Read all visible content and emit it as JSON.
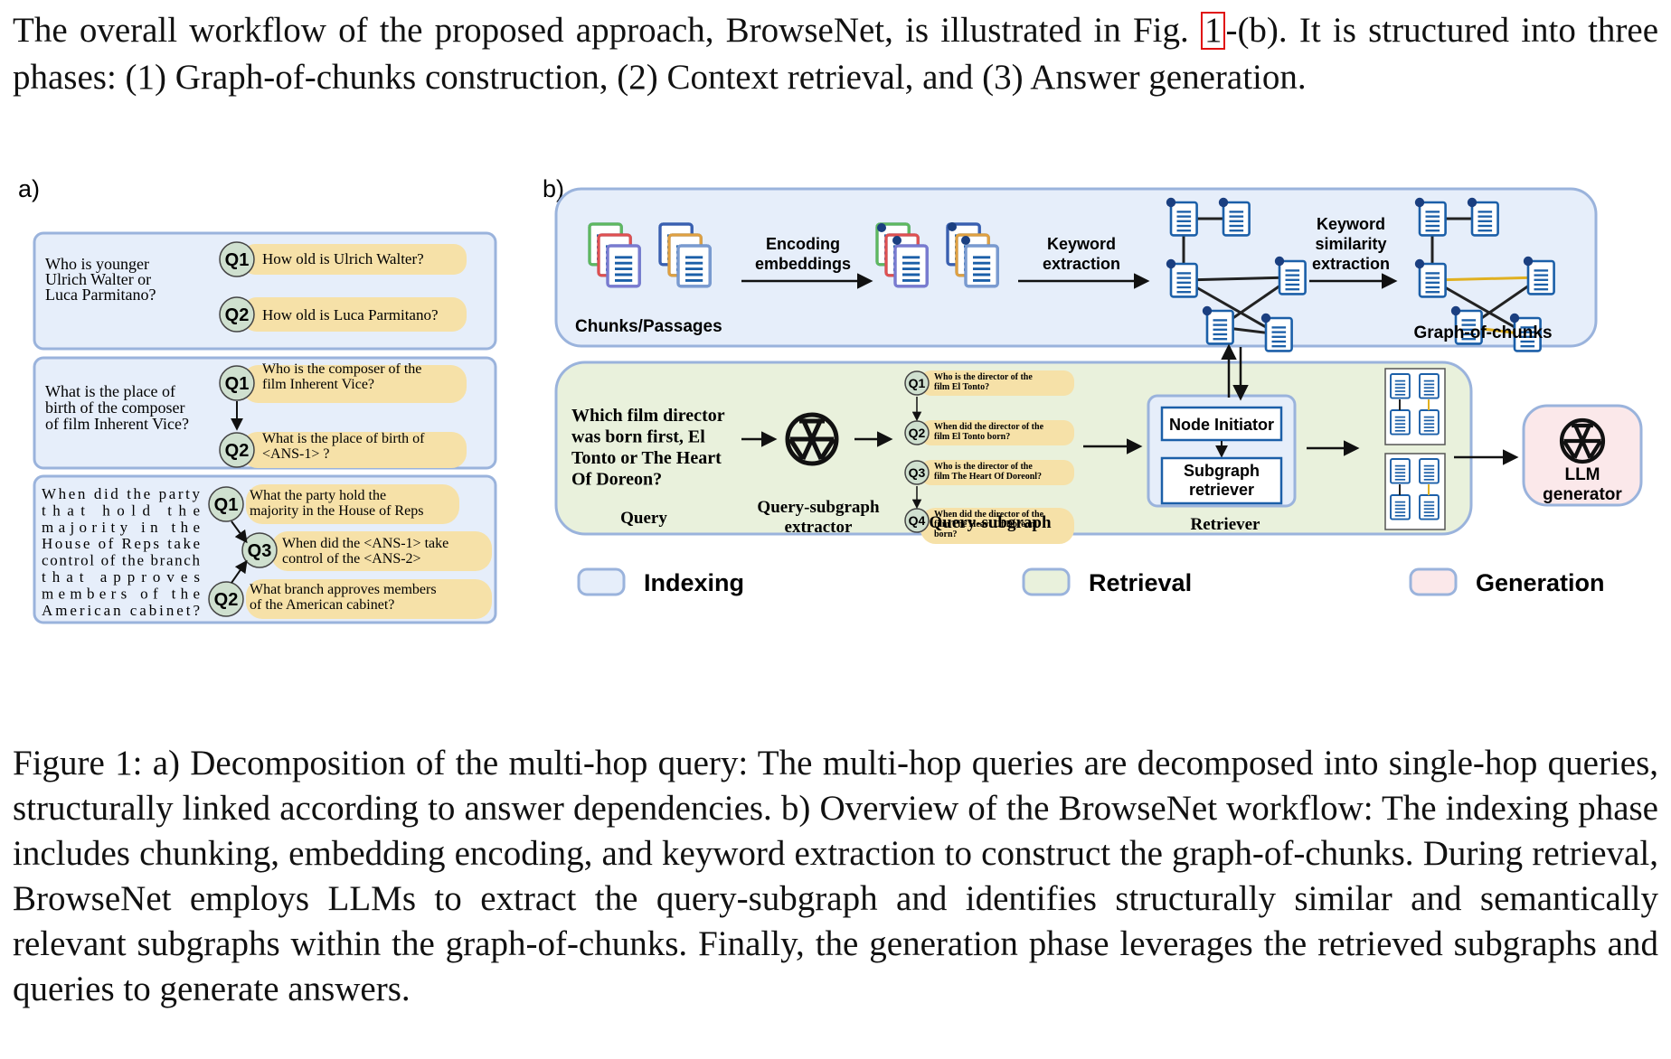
{
  "intro": {
    "part1": "The overall workflow of the proposed approach, BrowseNet, is illustrated in Fig.",
    "ref": "1",
    "part2": "-(b). It is structured into three phases: (1) Graph-of-chunks construction, (2) Context retrieval, and (3) Answer generation."
  },
  "panel_a": {
    "label": "a)",
    "examples": [
      {
        "question_lines": [
          "Who is younger",
          "Ulrich Walter or",
          "Luca Parmitano?"
        ],
        "subqueries": [
          {
            "id": "Q1",
            "lines": [
              "How old is Ulrich Walter?"
            ]
          },
          {
            "id": "Q2",
            "lines": [
              "How old is Luca Parmitano?"
            ]
          }
        ]
      },
      {
        "question_lines": [
          "What is the place of",
          "birth of the composer",
          "of film Inherent Vice?"
        ],
        "subqueries": [
          {
            "id": "Q1",
            "lines": [
              "Who is the composer of the",
              "film Inherent Vice?"
            ]
          },
          {
            "id": "Q2",
            "lines": [
              "What is the place of birth of",
              "<ANS-1> ?"
            ]
          }
        ]
      },
      {
        "question_lines": [
          "When did the party",
          "that hold the",
          "majority in the",
          "House of Reps take",
          "control of the branch",
          "that approves",
          "members of the",
          "American cabinet?"
        ],
        "subqueries": [
          {
            "id": "Q1",
            "lines": [
              "What the party hold the",
              "majority in the House of Reps"
            ]
          },
          {
            "id": "Q3",
            "lines": [
              "When did the <ANS-1> take",
              "control of the <ANS-2>"
            ]
          },
          {
            "id": "Q2",
            "lines": [
              "What branch  approves members",
              "of the American cabinet?"
            ]
          }
        ]
      }
    ]
  },
  "panel_b": {
    "label": "b)",
    "indexing": {
      "chunks_label": "Chunks/Passages",
      "encoding_label": [
        "Encoding",
        "embeddings"
      ],
      "keyword_label": [
        "Keyword",
        "extraction"
      ],
      "similarity_label": [
        "Keyword",
        "similarity",
        "extraction"
      ],
      "graph_label": "Graph-of-chunks"
    },
    "retrieval": {
      "query_text": [
        "Which film director",
        "was born first, El",
        "Tonto or The Heart",
        "Of Doreon?"
      ],
      "query_label": "Query",
      "extractor_label": [
        "Query-subgraph",
        "extractor"
      ],
      "subgraph_label": "Query-subgraph",
      "subqueries": [
        {
          "id": "Q1",
          "lines": [
            "Who is the director of the",
            "film El Tonto?"
          ]
        },
        {
          "id": "Q2",
          "lines": [
            "When did the director of the",
            "film El Tonto born?"
          ]
        },
        {
          "id": "Q3",
          "lines": [
            "Who is the director of the",
            "film The Heart Of Doreonl?"
          ]
        },
        {
          "id": "Q4",
          "lines": [
            "When did the director of the",
            "film The Heart Of Doreonl",
            "born?"
          ]
        }
      ],
      "node_initiator": "Node Initiator",
      "subgraph_retriever": [
        "Subgraph",
        "retriever"
      ],
      "retriever_label": "Retriever"
    },
    "generation": {
      "llm_label": [
        "LLM",
        "generator"
      ]
    },
    "legend": [
      {
        "label": "Indexing",
        "color": "#e6eefa"
      },
      {
        "label": "Retrieval",
        "color": "#e9f1dc"
      },
      {
        "label": "Generation",
        "color": "#fbe8ea"
      }
    ]
  },
  "caption": "Figure 1: a) Decomposition of the multi-hop query: The multi-hop queries are decomposed into single-hop queries, structurally linked according to answer dependencies.  b) Overview of the BrowseNet workflow: The indexing phase includes chunking, embedding encoding, and keyword extraction to construct the graph-of-chunks. During retrieval, BrowseNet employs LLMs to extract the query-subgraph and identifies structurally similar and semantically relevant subgraphs within the graph-of-chunks. Finally, the generation phase leverages the retrieved subgraphs and queries to generate answers."
}
